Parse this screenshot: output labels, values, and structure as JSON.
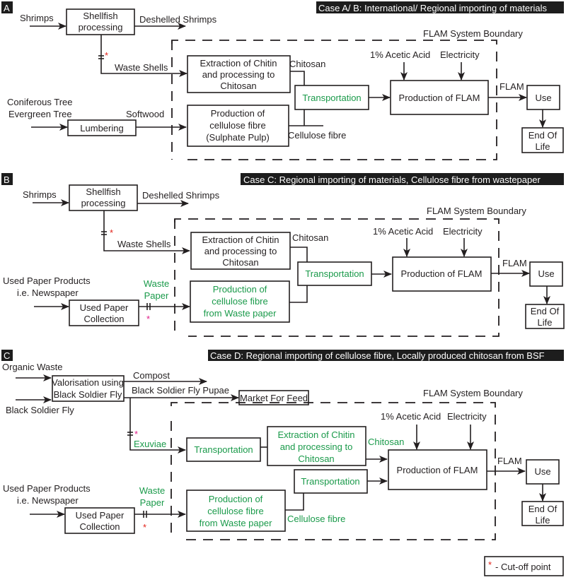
{
  "colors": {
    "green": "#1a9a4a",
    "cutoff_red": "#e2231a",
    "cutoff_magenta": "#e0218a",
    "line": "#231f20",
    "header_bg": "#1d1d1d"
  },
  "panels": [
    {
      "letter": "A",
      "title": "Case A/ B: International/ Regional importing of materials",
      "boundary_label": "FLAM System Boundary",
      "inputs": {
        "shrimps": "Shrimps",
        "deshelled": "Deshelled Shrimps",
        "tree1": "Coniferous Tree",
        "tree2": "Evergreen Tree",
        "softwood": "Softwood",
        "waste_shells": "Waste Shells"
      },
      "boxes": {
        "shellfish": [
          "Shellfish",
          "processing"
        ],
        "lumbering": "Lumbering",
        "extraction": [
          "Extraction of Chitin",
          "and processing to",
          "Chitosan"
        ],
        "cellulose": [
          "Production of",
          "cellulose fibre",
          "(Sulphate Pulp)"
        ],
        "transport": "Transportation",
        "flam": "Production of FLAM",
        "use": "Use",
        "eol": [
          "End Of",
          "Life"
        ]
      },
      "labels": {
        "chitosan": "Chitosan",
        "cellulose_fibre": "Cellulose fibre",
        "acetic": "1% Acetic Acid",
        "electricity": "Electricity",
        "flam": "FLAM"
      },
      "cutoff_marker": "*"
    },
    {
      "letter": "B",
      "title": "Case C: Regional importing of materials, Cellulose fibre  from wastepaper",
      "boundary_label": "FLAM System Boundary",
      "inputs": {
        "shrimps": "Shrimps",
        "deshelled": "Deshelled Shrimps",
        "paper1": "Used Paper Products",
        "paper2": "i.e. Newspaper",
        "waste_paper": [
          "Waste",
          "Paper"
        ],
        "waste_shells": "Waste Shells"
      },
      "boxes": {
        "shellfish": [
          "Shellfish",
          "processing"
        ],
        "collection": [
          "Used Paper",
          "Collection"
        ],
        "extraction": [
          "Extraction of Chitin",
          "and processing to",
          "Chitosan"
        ],
        "cellulose": [
          "Production of",
          "cellulose fibre",
          "from Waste paper"
        ],
        "transport": "Transportation",
        "flam": "Production of FLAM",
        "use": "Use",
        "eol": [
          "End Of",
          "Life"
        ]
      },
      "labels": {
        "chitosan": "Chitosan",
        "acetic": "1% Acetic Acid",
        "electricity": "Electricity",
        "flam": "FLAM"
      },
      "cutoff_marker": "*"
    },
    {
      "letter": "C",
      "title": "Case D: Regional importing of cellulose fibre, Locally produced chitosan from BSF",
      "boundary_label": "FLAM System Boundary",
      "inputs": {
        "organic": "Organic Waste",
        "bsf": "Black Soldier Fly",
        "compost": "Compost",
        "pupae": "Black Soldier Fly Pupae",
        "exuviae": "Exuviae",
        "paper1": "Used Paper Products",
        "paper2": "i.e. Newspaper",
        "waste_paper": [
          "Waste",
          "Paper"
        ]
      },
      "boxes": {
        "valorisation": [
          "Valorisation using",
          "Black Soldier Fly"
        ],
        "market": "Market For Feed",
        "collection": [
          "Used Paper",
          "Collection"
        ],
        "transport1": "Transportation",
        "extraction": [
          "Extraction of Chitin",
          "and processing to",
          "Chitosan"
        ],
        "cellulose": [
          "Production of",
          "cellulose fibre",
          "from Waste paper"
        ],
        "transport2": "Transportation",
        "flam": "Production of FLAM",
        "use": "Use",
        "eol": [
          "End Of",
          "Life"
        ]
      },
      "labels": {
        "chitosan": "Chitosan",
        "cellulose_fibre": "Cellulose fibre",
        "acetic": "1% Acetic Acid",
        "electricity": "Electricity",
        "flam": "FLAM"
      },
      "cutoff_marker": "*"
    }
  ],
  "legend": {
    "marker": "*",
    "text": "- Cut-off point"
  }
}
